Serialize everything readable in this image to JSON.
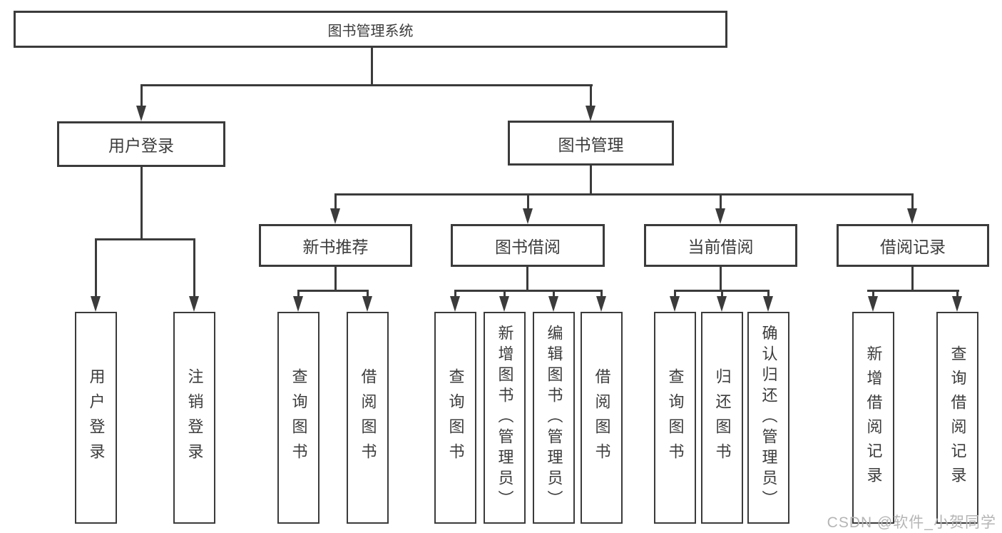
{
  "tree": {
    "label": "图书管理系统",
    "children": [
      {
        "label": "用户登录",
        "children": [
          {
            "label": "用户登录"
          },
          {
            "label": "注销登录"
          }
        ]
      },
      {
        "label": "图书管理",
        "children": [
          {
            "label": "新书推荐",
            "children": [
              {
                "label": "查询图书"
              },
              {
                "label": "借阅图书"
              }
            ]
          },
          {
            "label": "图书借阅",
            "children": [
              {
                "label": "查询图书"
              },
              {
                "label": "新增图书（管理员）"
              },
              {
                "label": "编辑图书（管理员）"
              },
              {
                "label": "借阅图书"
              }
            ]
          },
          {
            "label": "当前借阅",
            "children": [
              {
                "label": "查询图书"
              },
              {
                "label": "归还图书"
              },
              {
                "label": "确认归还（管理员）"
              }
            ]
          },
          {
            "label": "借阅记录",
            "children": [
              {
                "label": "新增借阅记录"
              },
              {
                "label": "查询借阅记录"
              }
            ]
          }
        ]
      }
    ]
  },
  "watermark": "CSDN @软件_小贺同学",
  "colors": {
    "line": "#3b3b3b",
    "text": "#3c3c3c",
    "watermark": "#b5b5b5",
    "background": "#ffffff"
  }
}
